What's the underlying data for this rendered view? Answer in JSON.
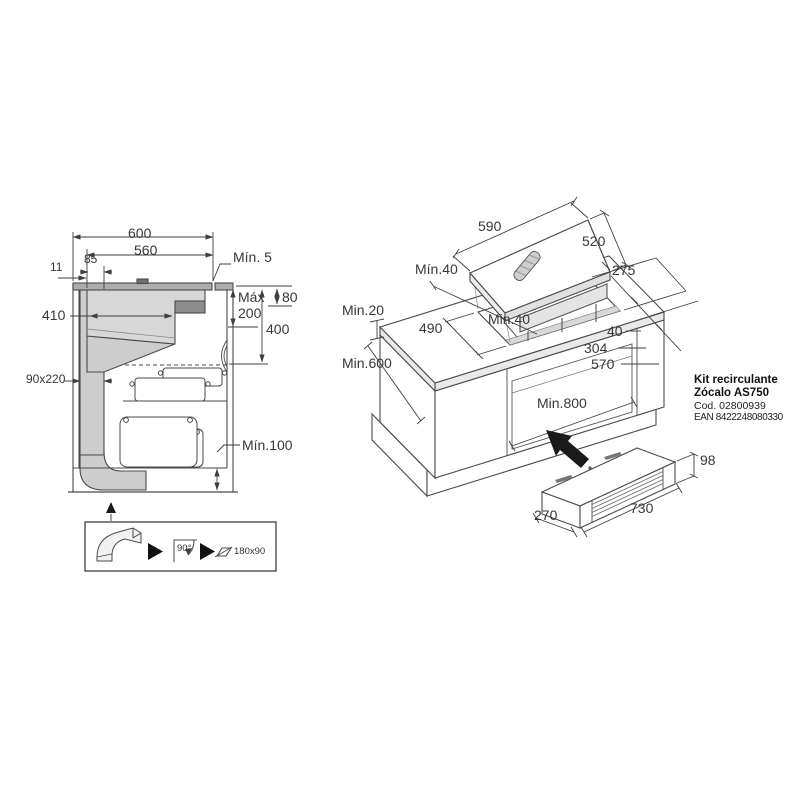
{
  "side_view": {
    "dim_600": "600",
    "dim_560": "560",
    "dim_11": "11",
    "dim_85": "85",
    "min_gap": "Mín. 5",
    "max_label": "Máx",
    "dim_200": "200",
    "dim_80": "80",
    "dim_400": "400",
    "dim_410": "410",
    "duct_section": "90x220",
    "plinth_min": "Mín.100"
  },
  "legend": {
    "angle": "90°",
    "flat_duct": "180x90"
  },
  "iso_view": {
    "hob_width": "590",
    "hob_depth": "520",
    "rear_clearance": "Mín.40",
    "dim_275": "275",
    "worktop_thickness": "Min.20",
    "cutout_490": "490",
    "side_clearance": "Min.40",
    "dim_40": "40",
    "dim_304": "304",
    "dim_570": "570",
    "worktop_depth": "Min.600",
    "cabinet_width": "Min.800"
  },
  "plinth_kit": {
    "dim_270": "270",
    "dim_730": "730",
    "dim_98": "98"
  },
  "product": {
    "title": "Kit recirculante",
    "model": "Zócalo AS750",
    "code": "Cod. 02800939",
    "ean": "EAN 8422248080330"
  },
  "colors": {
    "line": "#4a4a4a",
    "dim_line": "#3f3f3f",
    "worktop_gray": "#adadad",
    "body_gray": "#d7d7d7",
    "duct_gray": "#cdcdcd",
    "inlet_dark": "#8e8e8e",
    "arrow_black": "#1a1a1a"
  }
}
